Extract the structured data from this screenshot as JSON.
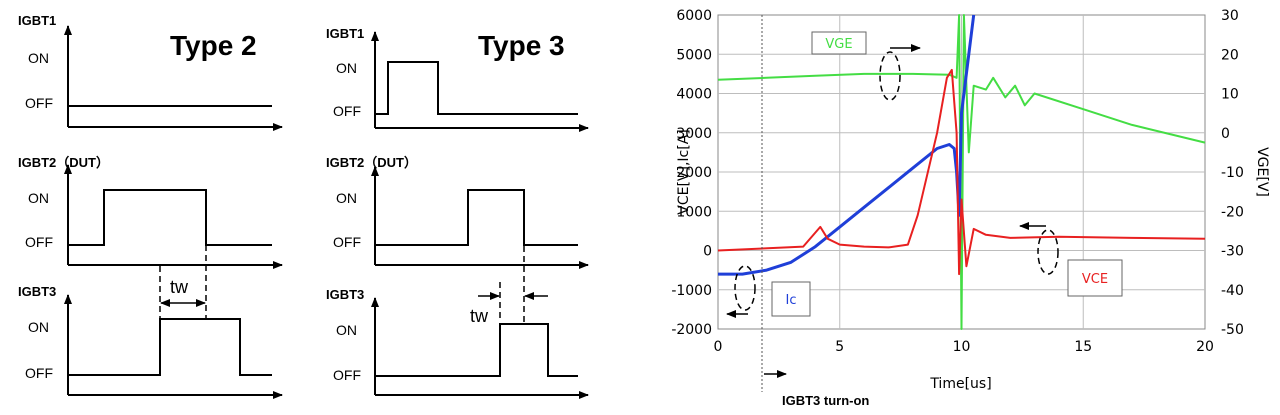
{
  "type2": {
    "title": "Type 2",
    "igbt1": "IGBT1",
    "igbt2": "IGBT2（DUT）",
    "igbt3": "IGBT3",
    "on": "ON",
    "off": "OFF",
    "tw": "tw"
  },
  "type3": {
    "title": "Type 3",
    "igbt1": "IGBT1",
    "igbt2": "IGBT2（DUT）",
    "igbt3": "IGBT3",
    "on": "ON",
    "off": "OFF",
    "tw": "tw"
  },
  "chart_data": {
    "type": "line",
    "xlabel": "Time[us]",
    "ylabel": "VCE[V],Ic[A]",
    "y2label": "VGE[V]",
    "xlim": [
      0,
      20
    ],
    "ylim": [
      -2000,
      6000
    ],
    "y2lim": [
      -50,
      30
    ],
    "xticks": [
      "0",
      "5",
      "10",
      "15",
      "20"
    ],
    "yticks": [
      "6000",
      "5000",
      "4000",
      "3000",
      "2000",
      "1000",
      "0",
      "-1000",
      "-2000"
    ],
    "y2ticks": [
      "30",
      "20",
      "10",
      "0",
      "-10",
      "-20",
      "-30",
      "-40",
      "-50"
    ],
    "grid": true,
    "series": [
      {
        "name": "VGE",
        "axis": "right",
        "color": "#44dd44",
        "x": [
          0,
          2,
          4,
          6,
          8,
          9.5,
          9.8,
          9.9,
          10,
          10.1,
          10.3,
          10.5,
          11,
          11.3,
          11.8,
          12.2,
          12.6,
          13,
          15,
          17,
          20
        ],
        "y": [
          13.5,
          14,
          14.5,
          15,
          15,
          14.8,
          14,
          30,
          -50,
          30,
          -5,
          12,
          11,
          14,
          9,
          12,
          7,
          10,
          6,
          2,
          -2.5
        ]
      },
      {
        "name": "Ic",
        "axis": "left",
        "color": "#1f3fd8",
        "x": [
          0,
          1,
          2,
          3,
          4,
          5,
          6,
          7,
          8,
          9,
          9.5,
          9.7,
          9.8,
          9.9,
          10,
          10.3,
          10.5
        ],
        "y": [
          -600,
          -600,
          -500,
          -300,
          100,
          600,
          1100,
          1600,
          2100,
          2600,
          2700,
          2600,
          2000,
          900,
          3500,
          5000,
          6000
        ]
      },
      {
        "name": "VCE",
        "axis": "left",
        "color": "#e82020",
        "x": [
          0,
          3.5,
          4.2,
          4.5,
          5,
          6,
          7,
          7.8,
          8.2,
          9,
          9.4,
          9.6,
          9.8,
          9.9,
          10,
          10.2,
          10.5,
          11,
          12,
          14,
          17,
          20
        ],
        "y": [
          0,
          100,
          600,
          300,
          150,
          100,
          80,
          150,
          900,
          3000,
          4400,
          4600,
          3000,
          -600,
          1300,
          -400,
          550,
          400,
          320,
          350,
          320,
          300
        ]
      }
    ],
    "annotations": [
      "VGE",
      "Ic",
      "VCE",
      "IGBT3 turn-on"
    ]
  }
}
